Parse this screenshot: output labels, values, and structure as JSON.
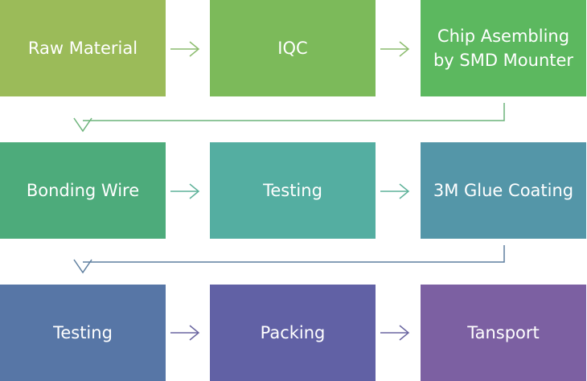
{
  "steps": [
    {
      "label": "Raw Material",
      "color": "#9bbb59"
    },
    {
      "label": "IQC",
      "color": "#7cba5a"
    },
    {
      "label": "Chip Asembling by SMD Mounter",
      "color": "#5cb85f"
    },
    {
      "label": "Bonding Wire",
      "color": "#4dab7b"
    },
    {
      "label": "Testing",
      "color": "#54aea1"
    },
    {
      "label": "3M Glue Coating",
      "color": "#5496a8"
    },
    {
      "label": "Testing",
      "color": "#5776a6"
    },
    {
      "label": "Packing",
      "color": "#6161a5"
    },
    {
      "label": "Tansport",
      "color": "#7c60a2"
    }
  ],
  "arrow_colors": {
    "row1": "#8cbc6e",
    "wrap1": "#6cb37a",
    "row2": "#5fb29a",
    "wrap2": "#5f7f9f",
    "row3": "#6a65a0"
  }
}
